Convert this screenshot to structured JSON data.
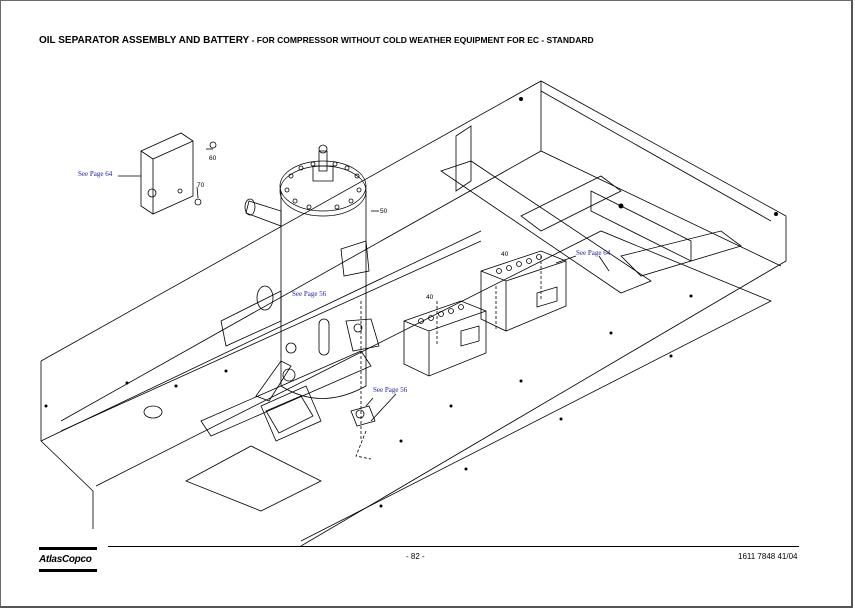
{
  "title": {
    "main": "OIL SEPARATOR ASSEMBLY AND BATTERY",
    "sub": " - FOR COMPRESSOR WITHOUT COLD WEATHER EQUIPMENT FOR EC - STANDARD"
  },
  "callouts": {
    "see_page_64_left": "See Page 64",
    "see_page_64_right": "See Page 64",
    "see_page_56_top": "See Page 56",
    "see_page_56_bottom": "See Page 56",
    "item_60": "60",
    "item_70": "70",
    "item_50": "50",
    "item_40a": "40",
    "item_40b": "40"
  },
  "footer": {
    "brand": "AtlasCopco",
    "page": "- 82 -",
    "doc_number": "1611 7848 41/04"
  }
}
